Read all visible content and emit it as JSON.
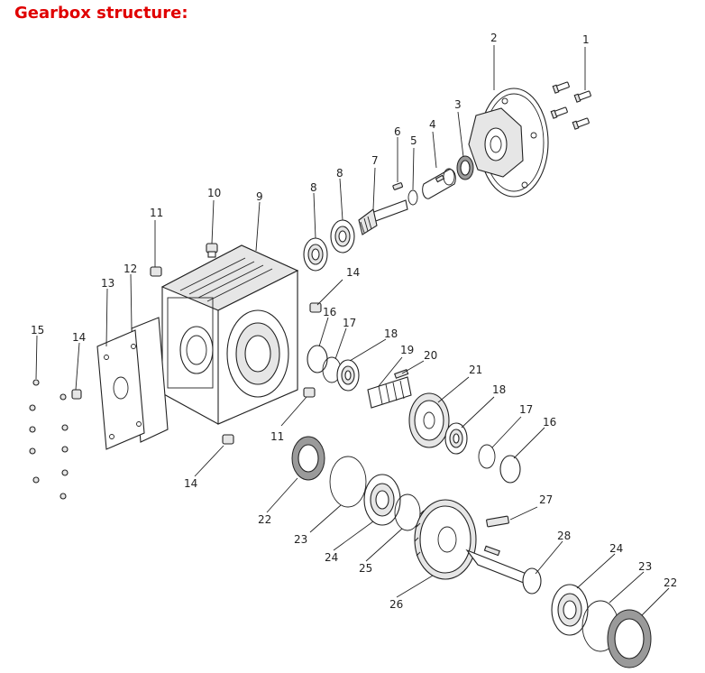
{
  "page": {
    "title": "Gearbox structure:",
    "accent_color": "#e00000"
  },
  "callouts": [
    {
      "id": "c1",
      "label": "1"
    },
    {
      "id": "c2",
      "label": "2"
    },
    {
      "id": "c3",
      "label": "3"
    },
    {
      "id": "c4",
      "label": "4"
    },
    {
      "id": "c5",
      "label": "5"
    },
    {
      "id": "c6",
      "label": "6"
    },
    {
      "id": "c7",
      "label": "7"
    },
    {
      "id": "c8a",
      "label": "8"
    },
    {
      "id": "c8b",
      "label": "8"
    },
    {
      "id": "c9",
      "label": "9"
    },
    {
      "id": "c10",
      "label": "10"
    },
    {
      "id": "c11a",
      "label": "11"
    },
    {
      "id": "c11b",
      "label": "11"
    },
    {
      "id": "c12",
      "label": "12"
    },
    {
      "id": "c13",
      "label": "13"
    },
    {
      "id": "c14a",
      "label": "14"
    },
    {
      "id": "c14b",
      "label": "14"
    },
    {
      "id": "c14c",
      "label": "14"
    },
    {
      "id": "c15",
      "label": "15"
    },
    {
      "id": "c16a",
      "label": "16"
    },
    {
      "id": "c16b",
      "label": "16"
    },
    {
      "id": "c17a",
      "label": "17"
    },
    {
      "id": "c17b",
      "label": "17"
    },
    {
      "id": "c18a",
      "label": "18"
    },
    {
      "id": "c18b",
      "label": "18"
    },
    {
      "id": "c19",
      "label": "19"
    },
    {
      "id": "c20",
      "label": "20"
    },
    {
      "id": "c21",
      "label": "21"
    },
    {
      "id": "c22a",
      "label": "22"
    },
    {
      "id": "c22b",
      "label": "22"
    },
    {
      "id": "c23a",
      "label": "23"
    },
    {
      "id": "c23b",
      "label": "23"
    },
    {
      "id": "c24a",
      "label": "24"
    },
    {
      "id": "c24b",
      "label": "24"
    },
    {
      "id": "c25",
      "label": "25"
    },
    {
      "id": "c26",
      "label": "26"
    },
    {
      "id": "c27",
      "label": "27"
    },
    {
      "id": "c28",
      "label": "28"
    }
  ]
}
